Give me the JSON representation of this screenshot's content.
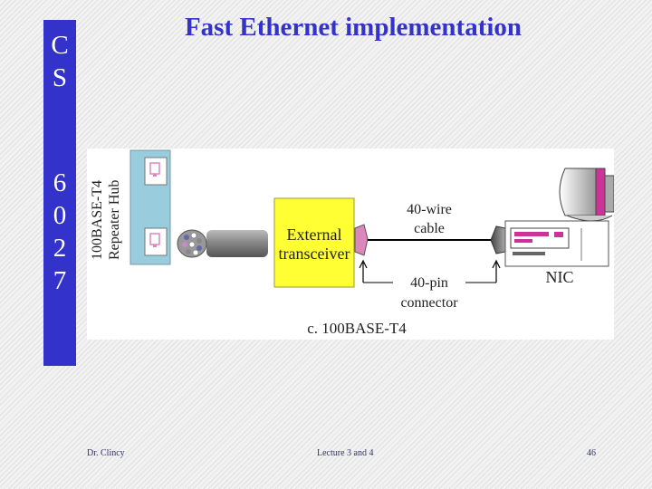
{
  "sidebar": {
    "letters": [
      "C",
      "S",
      "6",
      "0",
      "2",
      "7"
    ]
  },
  "slide": {
    "title": "Fast Ethernet implementation"
  },
  "diagram": {
    "hub_label_line1": "100BASE-T4",
    "hub_label_line2": "Repeater Hub",
    "transceiver_line1": "External",
    "transceiver_line2": "transceiver",
    "cable_line1": "40-wire",
    "cable_line2": "cable",
    "connector_line1": "40-pin",
    "connector_line2": "connector",
    "nic_label": "NIC",
    "caption": "c. 100BASE-T4",
    "colors": {
      "hub": "#99ccdd",
      "transceiver": "#ffff33",
      "connector": "#dd88bb",
      "monitor_accent": "#cc3399"
    }
  },
  "footer": {
    "author": "Dr. Clincy",
    "lecture": "Lecture 3 and 4",
    "page": "46"
  }
}
